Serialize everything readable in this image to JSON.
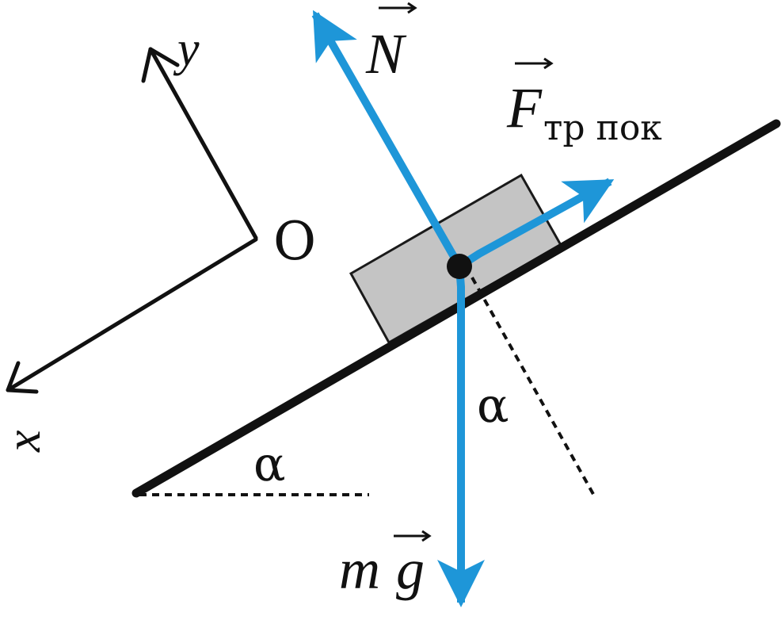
{
  "colors": {
    "force": "#1e96d8",
    "ink": "#111111",
    "block_fill": "#c4c4c4",
    "block_stroke": "#1a1a1a"
  },
  "labels": {
    "axis_x": "x",
    "axis_y": "y",
    "origin": "O",
    "normal_force": "N",
    "friction_force": "F",
    "friction_subscript": "тр пок",
    "gravity_m": "m",
    "gravity_g": "g",
    "angle_incline": "α",
    "angle_gravity": "α"
  }
}
